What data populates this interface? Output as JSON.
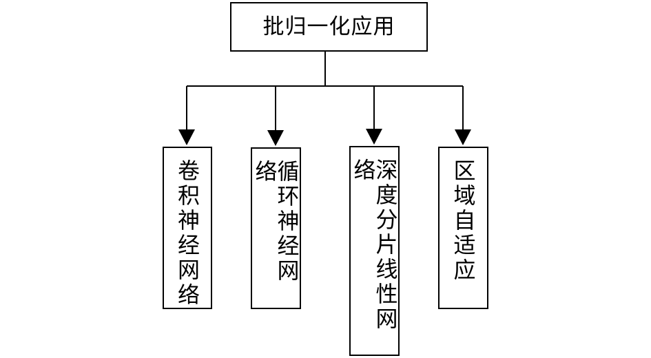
{
  "diagram": {
    "root": {
      "label": "批归一化应用"
    },
    "children": [
      {
        "label": "卷积神经网络"
      },
      {
        "label": "循环神经网络"
      },
      {
        "label": "深度分片线性网络"
      },
      {
        "label": "区域自适应"
      }
    ],
    "colors": {
      "line": "#000000",
      "box_border": "#000000",
      "background": "#ffffff",
      "text": "#000000"
    }
  }
}
